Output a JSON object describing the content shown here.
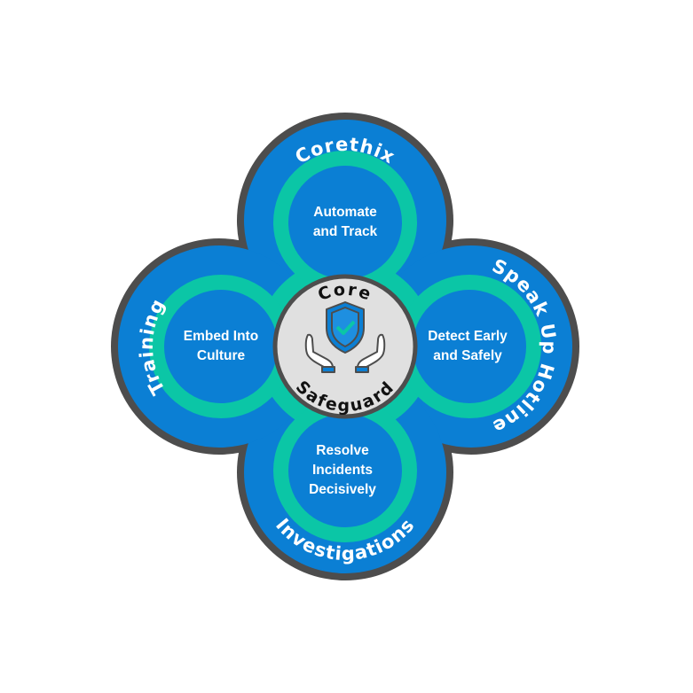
{
  "title": "Corethix",
  "center": {
    "top_label": "Core",
    "bottom_label": "Safeguard",
    "icon": "shield-check-hands-icon"
  },
  "lobes": {
    "top": {
      "outer_label": "Corethix",
      "inner_lines": [
        "Automate",
        "and Track"
      ]
    },
    "right": {
      "outer_label": "Speak Up Hotline",
      "inner_lines": [
        "Detect Early",
        "and Safely"
      ]
    },
    "bottom": {
      "outer_label": "Investigations",
      "inner_lines": [
        "Resolve",
        "Incidents",
        "Decisively"
      ]
    },
    "left": {
      "outer_label": "Training",
      "inner_lines": [
        "Embed Into",
        "Culture"
      ]
    }
  },
  "colors": {
    "blue": "#0b7fd4",
    "teal": "#0bc6a6",
    "border": "#4d4d4d",
    "center_fill": "#e0e0e0"
  }
}
